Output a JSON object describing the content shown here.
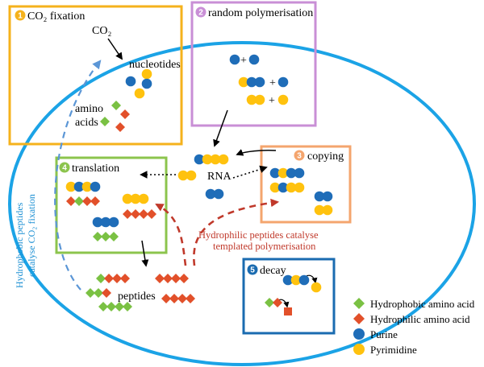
{
  "colors": {
    "cell": "#1ba3e6",
    "box1": "#f5b21c",
    "box2": "#c98fd6",
    "box3": "#f4a56e",
    "box4": "#8cc44d",
    "box5": "#1a6bb0",
    "purine": "#1f6db8",
    "pyrimidine": "#ffc20e",
    "hydrophobic": "#7ac143",
    "hydrophilic": "#e2502a",
    "dash_blue": "#5b96d6",
    "dash_red": "#c0392b"
  },
  "boxes": {
    "b1": {
      "num": "1",
      "title": "CO₂ fixation"
    },
    "b2": {
      "num": "2",
      "title": "random polymerisation"
    },
    "b3": {
      "num": "3",
      "title": "copying"
    },
    "b4": {
      "num": "4",
      "title": "translation"
    },
    "b5": {
      "num": "5",
      "title": "decay"
    }
  },
  "labels": {
    "co2": "CO₂",
    "nucleotides": "nucleotides",
    "amino": "amino",
    "acids": "acids",
    "rna": "RNA",
    "peptides": "peptides",
    "plus": "+",
    "left_line1": "Hydrophobic peptides",
    "left_line2": "catalyse CO₂ fixation",
    "red_line1": "Hydrophilic peptides catalyse",
    "red_line2": "templated polymerisation"
  },
  "legend": [
    {
      "shape": "diamond",
      "color_key": "hydrophobic",
      "label": "Hydrophobic amino acid"
    },
    {
      "shape": "diamond",
      "color_key": "hydrophilic",
      "label": "Hydrophilic amino acid"
    },
    {
      "shape": "circle",
      "color_key": "purine",
      "label": "Purine"
    },
    {
      "shape": "circle",
      "color_key": "pyrimidine",
      "label": "Pyrimidine"
    }
  ]
}
